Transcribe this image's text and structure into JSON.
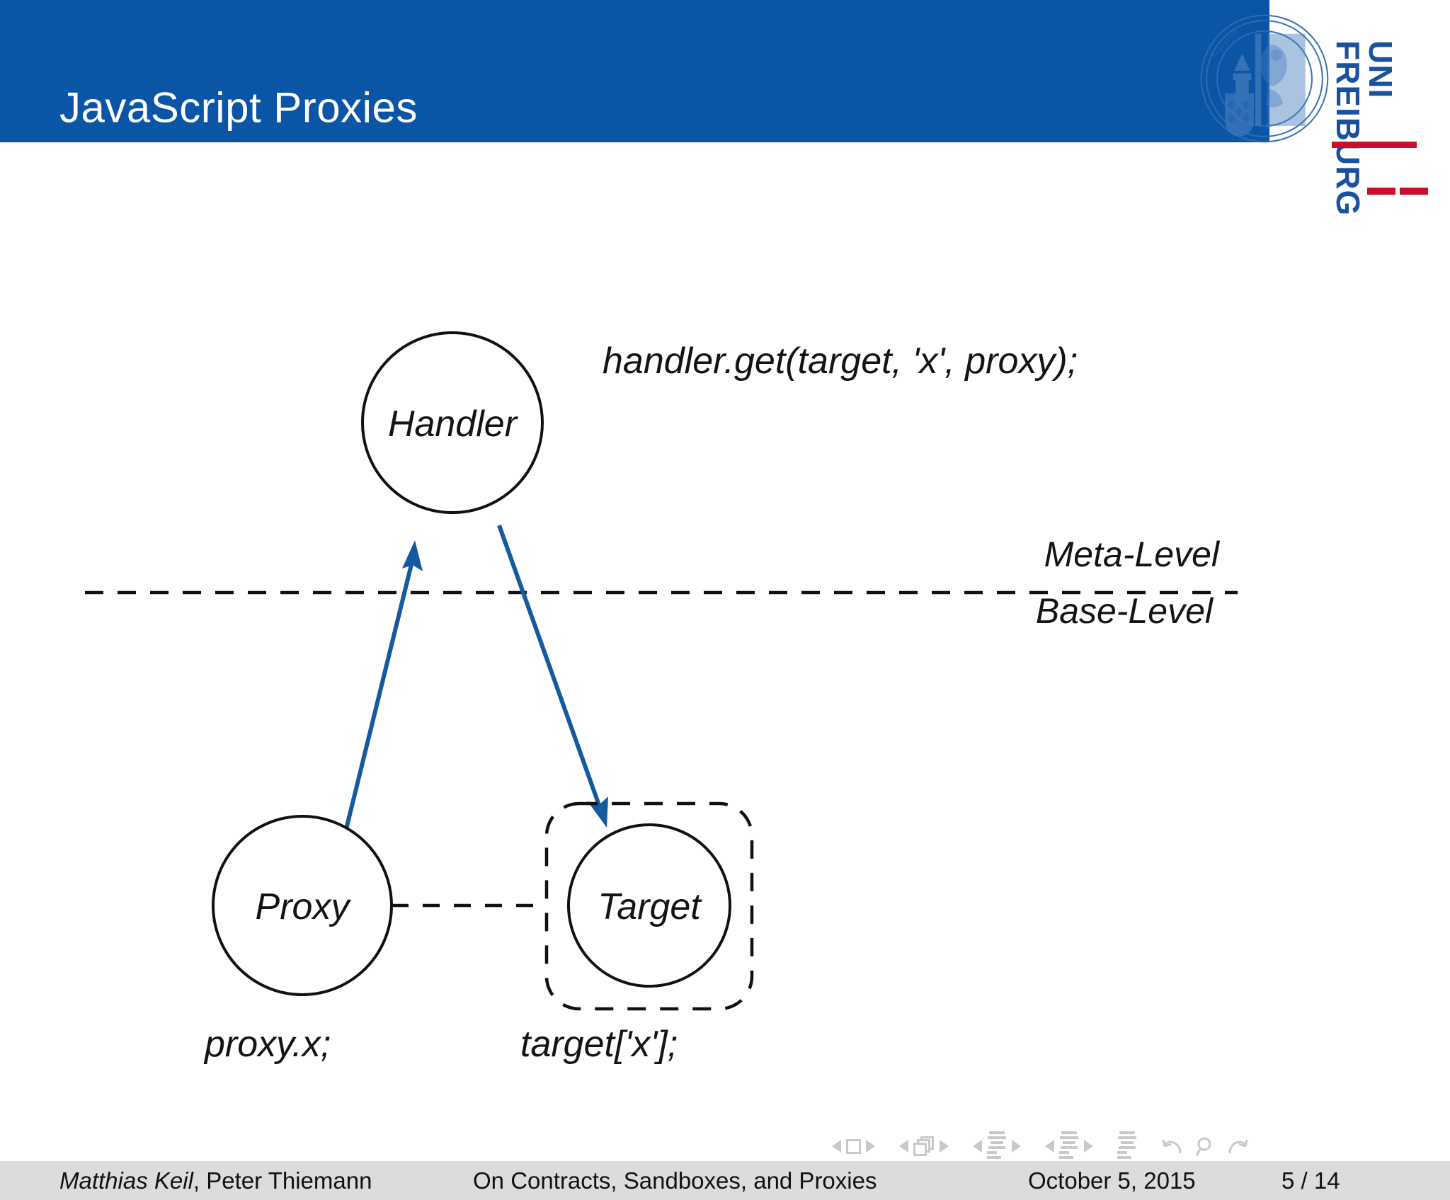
{
  "header": {
    "title": "JavaScript Proxies",
    "bar_color": "#0a55a5"
  },
  "logo": {
    "seal_name": "university-seal",
    "word_top": "UNI",
    "word_bottom": "FREIBURG",
    "accent_color": "#c8102e",
    "text_color": "#19519f"
  },
  "diagram": {
    "accent_arrow_color": "#15599e",
    "nodes": {
      "handler": "Handler",
      "proxy": "Proxy",
      "target": "Target"
    },
    "levels": {
      "meta": "Meta-Level",
      "base": "Base-Level"
    },
    "code": {
      "handler_call": "handler.get(target, 'x', proxy);",
      "proxy_access": "proxy.x;",
      "target_access": "target['x'];"
    }
  },
  "navigation": {
    "items": [
      "prev-slide-icon",
      "slide-icon",
      "next-slide-icon",
      "prev-frame-icon",
      "frame-icon",
      "next-frame-icon",
      "prev-subsection-icon",
      "subsection-icon",
      "next-subsection-icon",
      "prev-section-icon",
      "section-icon",
      "next-section-icon",
      "document-icon",
      "back-icon",
      "search-icon",
      "forward-icon"
    ]
  },
  "footer": {
    "author_primary": "Matthias Keil",
    "author_rest": ", Peter Thiemann",
    "talk_title": "On Contracts, Sandboxes, and Proxies",
    "date": "October 5, 2015",
    "page": "5 / 14",
    "bg_color": "#dcdcdc"
  }
}
